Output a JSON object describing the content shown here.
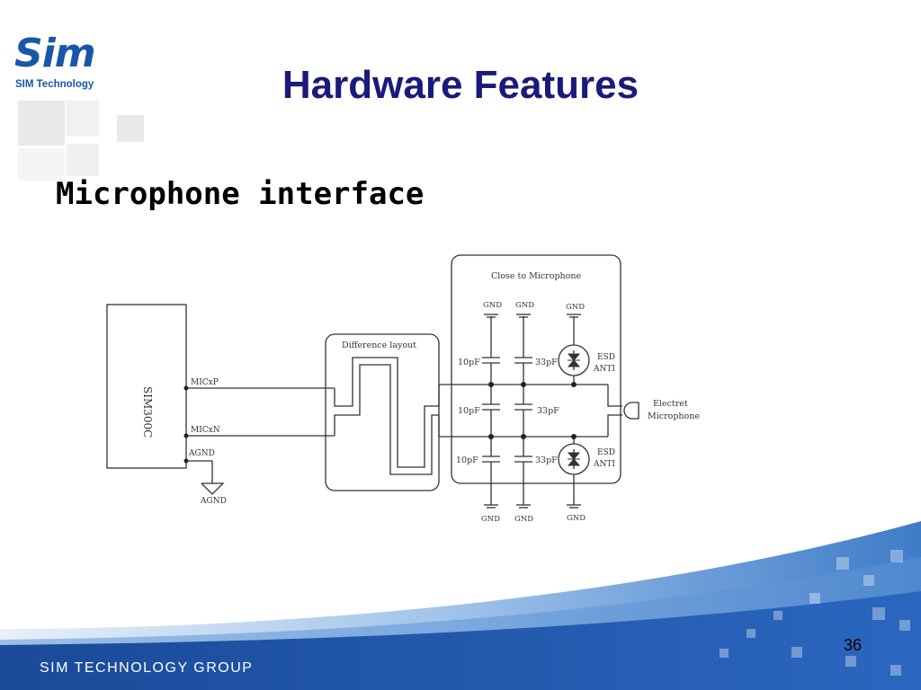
{
  "logo": {
    "word": "Sim",
    "company": "SIM Technology"
  },
  "slide": {
    "title": "Hardware Features",
    "subtitle": "Microphone interface",
    "footer": "SIM TECHNOLOGY GROUP",
    "page_number": "36"
  },
  "diagram": {
    "module": "SIM300C",
    "pins": {
      "micp": "MICxP",
      "micn": "MICxN",
      "agnd": "AGND"
    },
    "agnd_symbol": "AGND",
    "layout_box": "Difference layout",
    "close_box": "Close to Microphone",
    "gnd": "GND",
    "cap_small": "10pF",
    "cap_large": "33pF",
    "esd_line1": "ESD",
    "esd_line2": "ANTI",
    "mic_line1": "Electret",
    "mic_line2": "Microphone"
  }
}
